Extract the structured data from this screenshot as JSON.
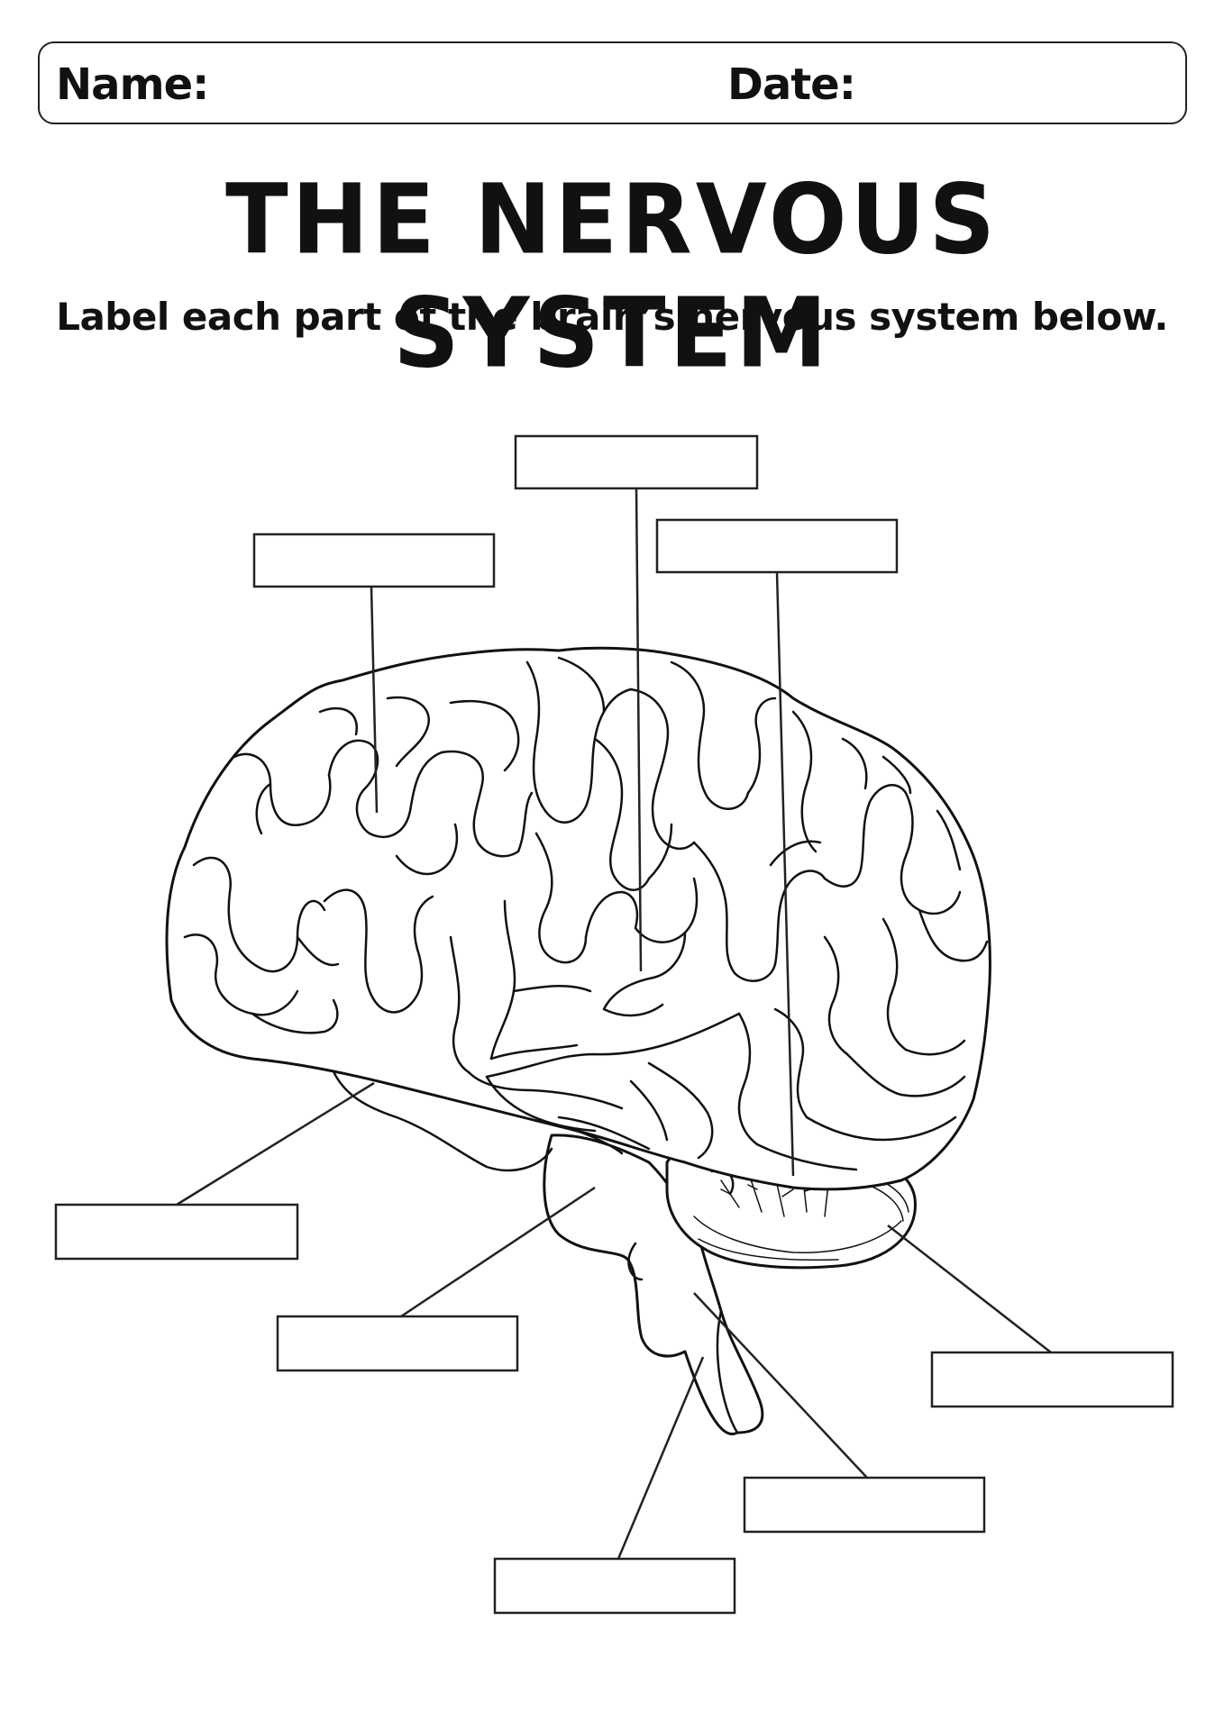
{
  "header": {
    "name_label": "Name:",
    "date_label": "Date:"
  },
  "title": "THE NERVOUS SYSTEM",
  "instruction": "Label each part of the brain’s nervous system below.",
  "diagram": {
    "answer_boxes": [
      {
        "id": "top-center",
        "value": ""
      },
      {
        "id": "top-left",
        "value": ""
      },
      {
        "id": "top-right",
        "value": ""
      },
      {
        "id": "left-lower",
        "value": ""
      },
      {
        "id": "middle-left",
        "value": ""
      },
      {
        "id": "right-lower",
        "value": ""
      },
      {
        "id": "bottom-right",
        "value": ""
      },
      {
        "id": "bottom-center",
        "value": ""
      }
    ]
  }
}
